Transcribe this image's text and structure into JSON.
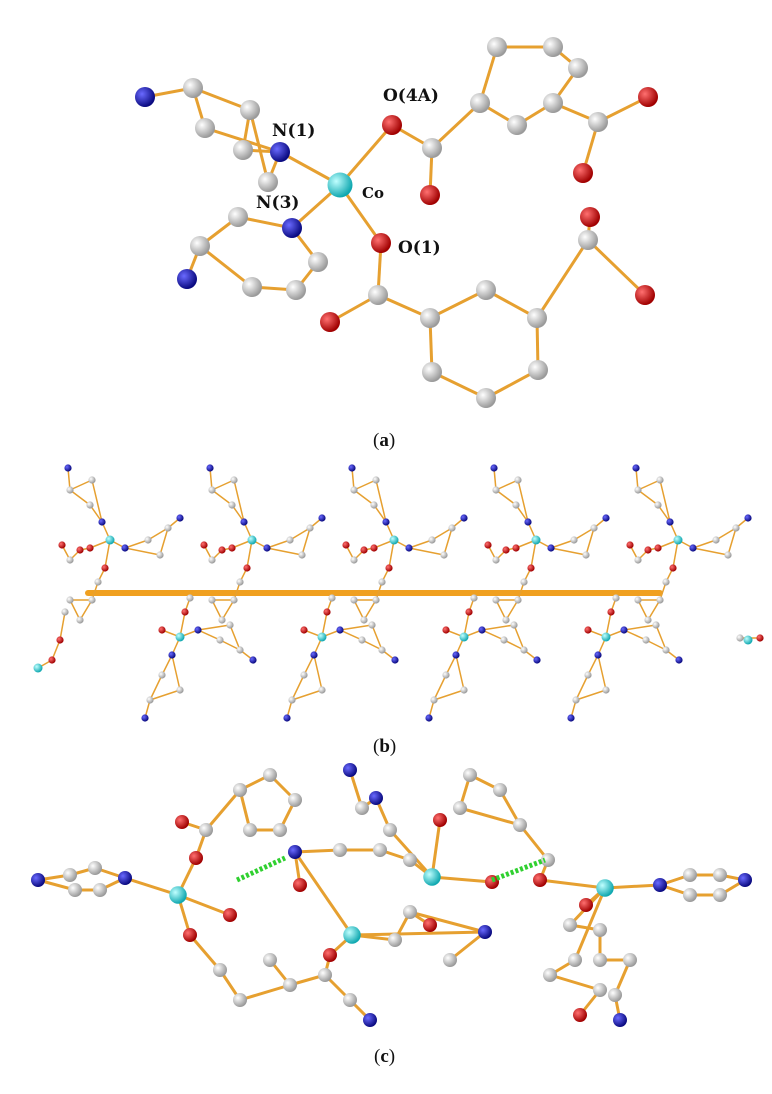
{
  "panel_a": {
    "caption": "a",
    "atom_labels": {
      "n1": "N(1)",
      "o4a": "O(4A)",
      "n3": "N(3)",
      "co": "Co",
      "o1": "O(1)"
    }
  },
  "panel_b": {
    "caption": "b"
  },
  "panel_c": {
    "caption": "c"
  },
  "colors": {
    "bond": "#e6a030",
    "carbon": "#c8c8c8",
    "nitrogen": "#1a1ab4",
    "oxygen": "#d41010",
    "cobalt": "#30d8d8",
    "chain": "#f0a020",
    "hbond": "#30d030"
  }
}
